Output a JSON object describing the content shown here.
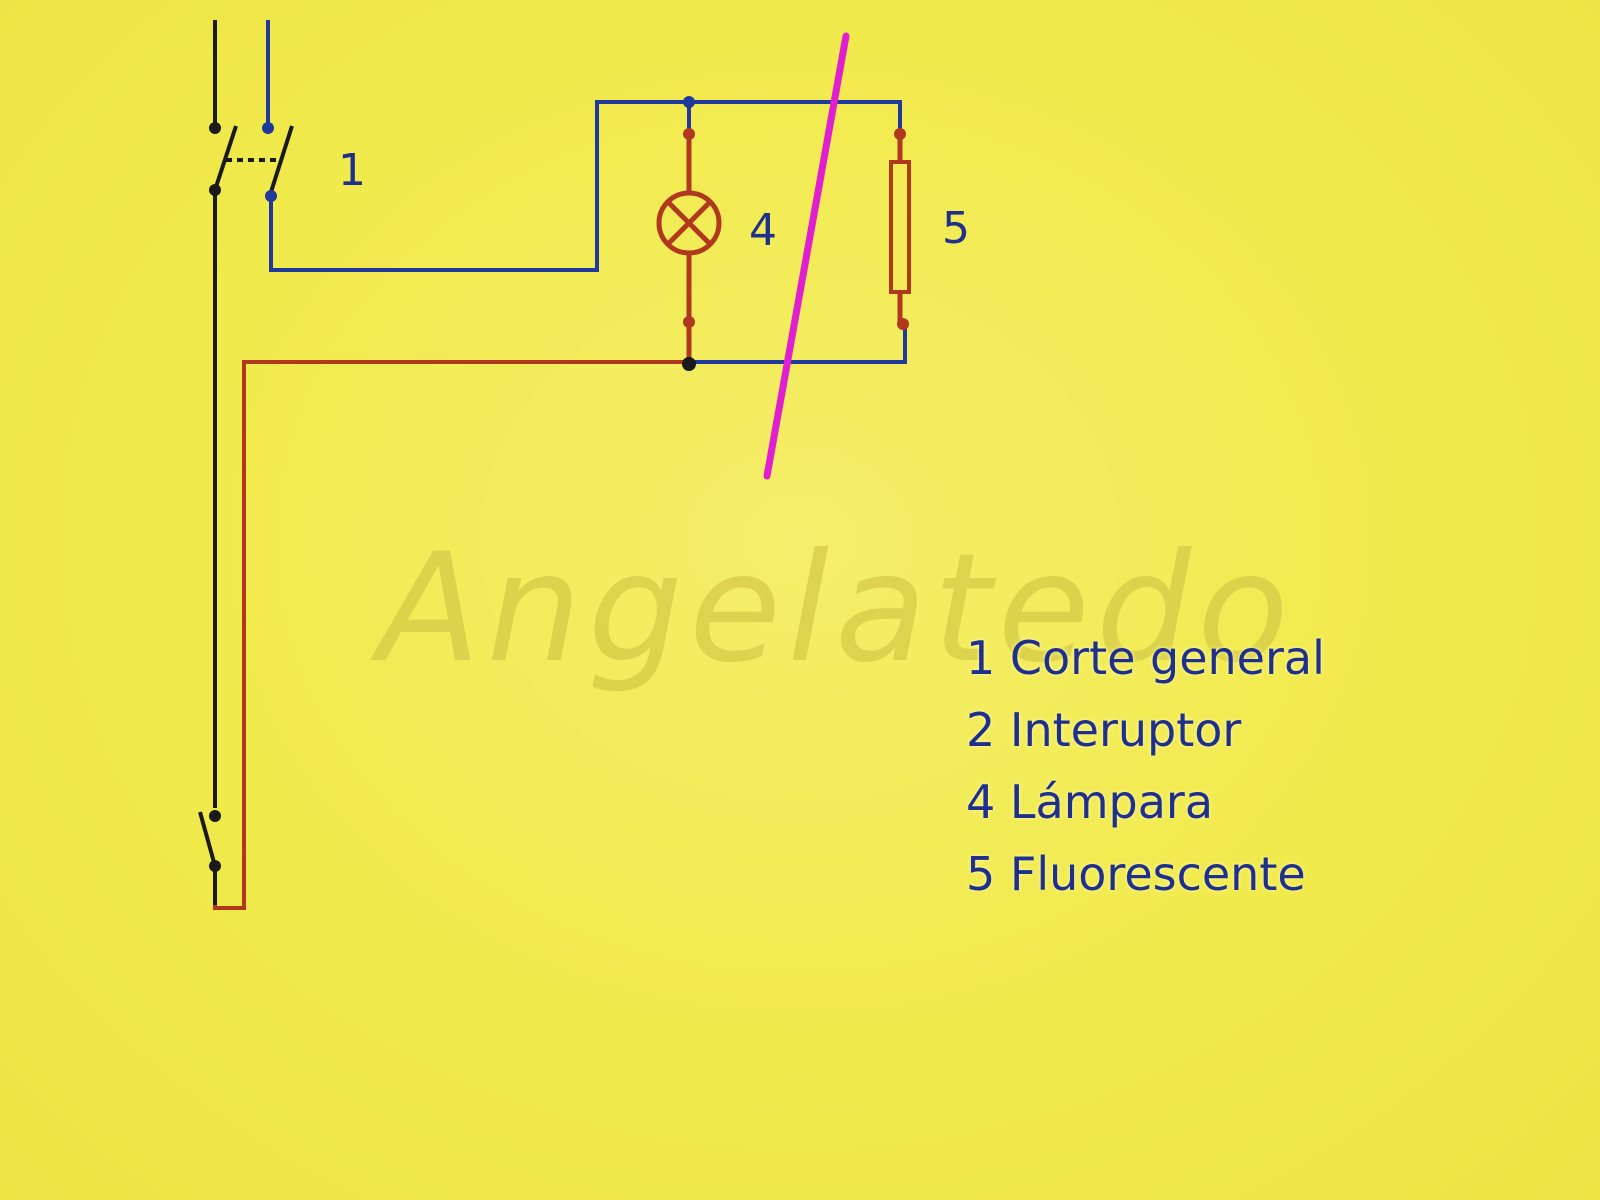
{
  "diagram": {
    "component_labels": {
      "main_switch": "1",
      "lamp": "4",
      "fluorescent": "5"
    },
    "watermark": "Angelatedo",
    "legend": [
      "1 Corte general",
      "2 Interuptor",
      "4 Lámpara",
      "5 Fluorescente"
    ],
    "colors": {
      "background": "#f1ea4c",
      "wire_black": "#1a1a1a",
      "wire_blue": "#1f3a9c",
      "wire_brown": "#b0381e",
      "cut_line": "#e01fd0",
      "text": "#1f2f8c"
    }
  }
}
